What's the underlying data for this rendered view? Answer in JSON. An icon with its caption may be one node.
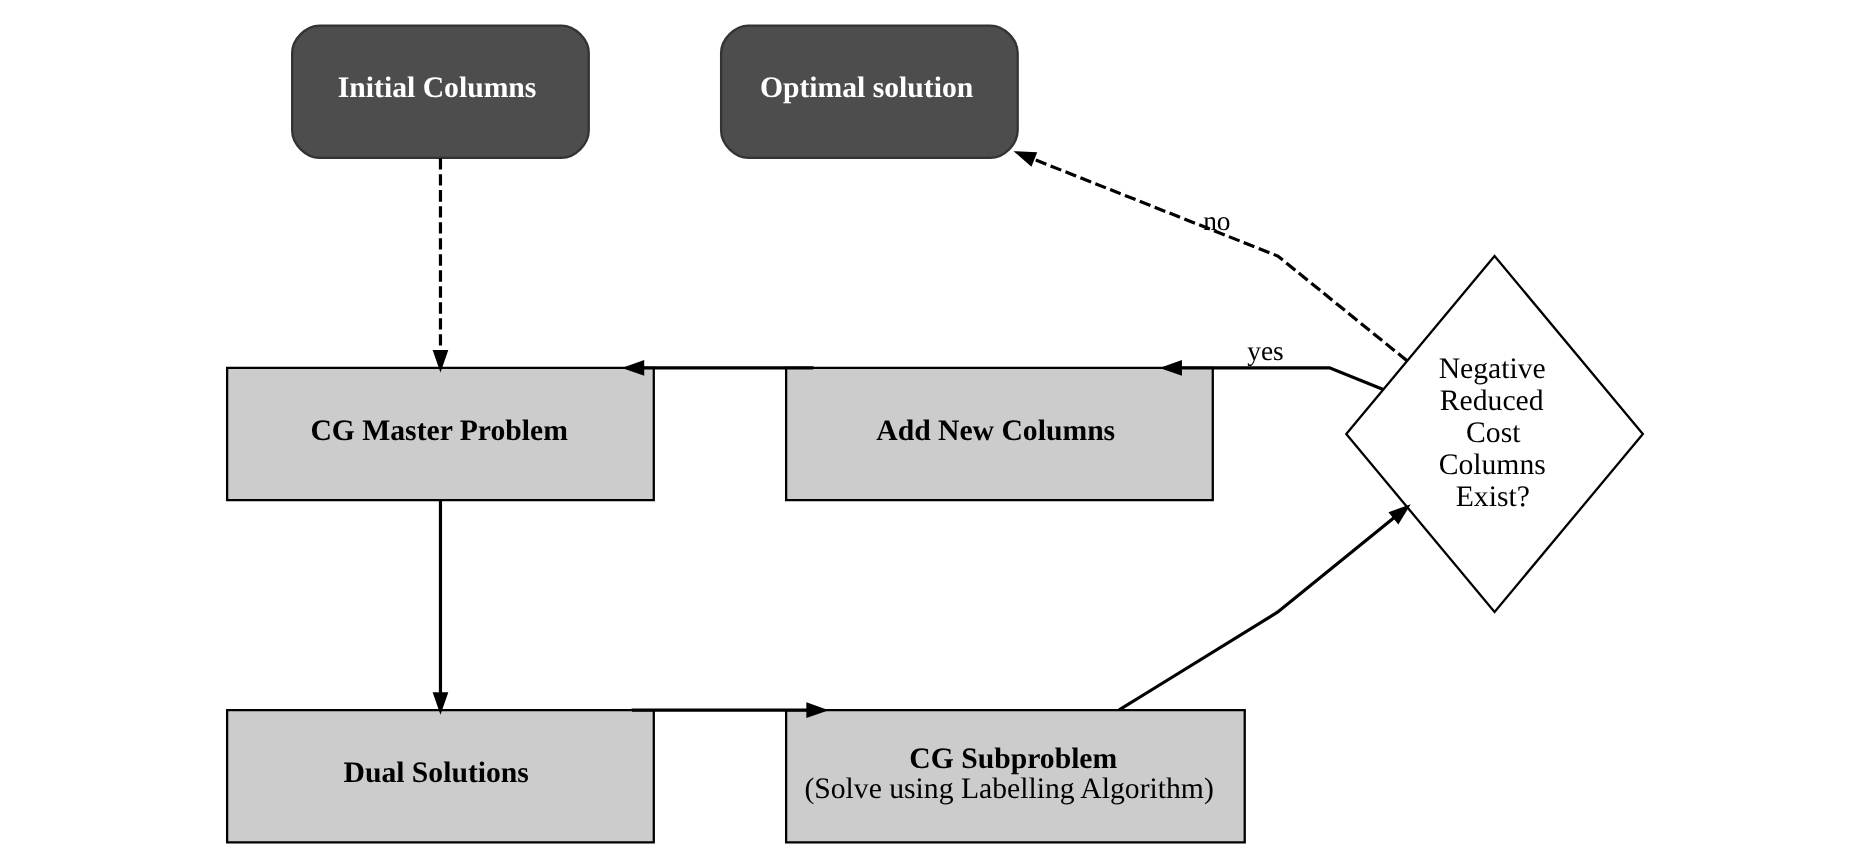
{
  "diagram": {
    "nodes": [
      {
        "text": [
          "Initial Columns"
        ]
      },
      {
        "text": [
          "Optimal solution"
        ]
      },
      {
        "text": [
          "CG Master Problem"
        ]
      },
      {
        "text": [
          "Add New Columns"
        ]
      },
      {
        "text": [
          "Negative Reduced Cost Columns Exist?"
        ]
      },
      {
        "text": [
          "Dual Solutions"
        ]
      },
      {
        "text": [
          "CG Subproblem",
          "(Solve using Labelling Algorithm)"
        ]
      }
    ],
    "edges": [
      {
        "from": 0,
        "to": 2,
        "arrow": "to",
        "style": "dashed"
      },
      {
        "from": 4,
        "to": 1,
        "arrow": "to",
        "style": "dashed",
        "label": "no"
      },
      {
        "from": 4,
        "to": 3,
        "arrow": "to",
        "label": "yes"
      },
      {
        "from": 3,
        "to": 2,
        "arrow": "to"
      },
      {
        "from": 2,
        "to": 5,
        "arrow": "to"
      },
      {
        "from": 5,
        "to": 6,
        "arrow": "to"
      },
      {
        "from": 6,
        "to": 4,
        "arrow": "to"
      }
    ]
  }
}
